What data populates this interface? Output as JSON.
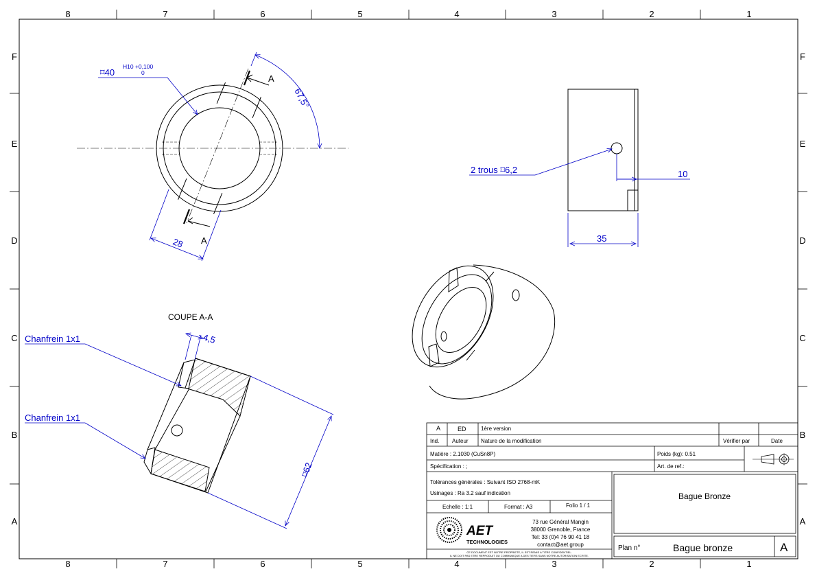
{
  "sheet": {
    "zones_x": [
      "8",
      "7",
      "6",
      "5",
      "4",
      "3",
      "2",
      "1"
    ],
    "zones_y": [
      "F",
      "E",
      "D",
      "C",
      "B",
      "A"
    ]
  },
  "views": {
    "section_title": "COUPE A-A",
    "section_letter_top": "A",
    "section_letter_bottom": "A"
  },
  "dimensions": {
    "bore": "⌑40",
    "bore_tol_upper": "H10 +0,100",
    "bore_tol_lower": "0",
    "angle": "67,5°",
    "slot_width": "28",
    "holes": "2 trous ⌑6,2",
    "hole_pos": "10",
    "length": "35",
    "chamfer_top": "Chanfrein 1x1",
    "chamfer_bottom": "Chanfrein 1x1",
    "slot_depth": "4,5",
    "outer_diameter": "⌑62"
  },
  "title_block": {
    "rev_index": "A",
    "rev_author": "ED",
    "rev_description": "1ère version",
    "hdr_ind": "Ind.",
    "hdr_author": "Auteur",
    "hdr_nature": "Nature de la modification",
    "hdr_verify": "Vérifier par",
    "hdr_date": "Date",
    "material": "Matière : 2.1030 (CuSn8P)",
    "weight": "Poids (kg): 0.51",
    "specification": "Spécification : ;",
    "art_ref": "Art. de ref.:",
    "tolerances": "Tolérances générales : Suivant ISO 2768-mK",
    "machining": "Usinages : Ra 3.2 sauf indication",
    "scale": "Echelle : 1:1",
    "format": "Format : A3",
    "folio": "Folio 1 / 1",
    "title": "Bague Bronze",
    "company_logo_text": "AET",
    "company_sub": "TECHNOLOGIES",
    "address_1": "73 rue Général Mangin",
    "address_2": "38000 Grenoble, France",
    "address_3": "Tel: 33 (0)4 76 90 41 18",
    "address_4": "contact@aet.group",
    "confidential_1": "CE DOCUMENT EST NOTRE PROPRIETE, IL EST REMIS A TITRE CONFIDENTIEL.",
    "confidential_2": "IL NE DOIT PAS ETRE REPRODUIT OU COMMUNIQUE A DES TIERS SANS NOTRE AUTORISATION ECRITE.",
    "plan_label": "Plan n°",
    "plan_name": "Bague bronze",
    "plan_rev": "A"
  }
}
